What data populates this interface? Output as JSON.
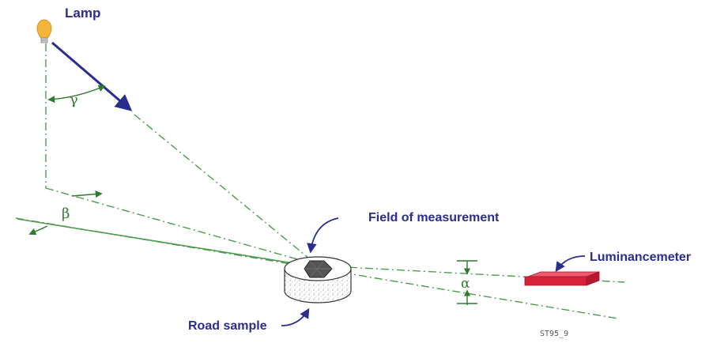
{
  "labels": {
    "lamp": "Lamp",
    "field_of_measurement": "Field of measurement",
    "luminancemeter": "Luminancemeter",
    "road_sample": "Road sample",
    "figure_code": "ST95_9"
  },
  "angles": {
    "gamma": "γ",
    "beta": "β",
    "alpha": "α"
  },
  "colors": {
    "construction_lines": "#4f9a4f",
    "angle_markers": "#2f7a2f",
    "light_ray": "#2b2d8c",
    "callout_text": "#2b2d8c",
    "lamp_bulb": "#f4b63a",
    "luminancemeter_body": "#d8223c",
    "measurement_field": "#555555"
  },
  "icons": {
    "lamp": "lightbulb-icon",
    "luminancemeter": "luminancemeter-device-icon",
    "road_sample": "cylindrical-sample-icon"
  }
}
